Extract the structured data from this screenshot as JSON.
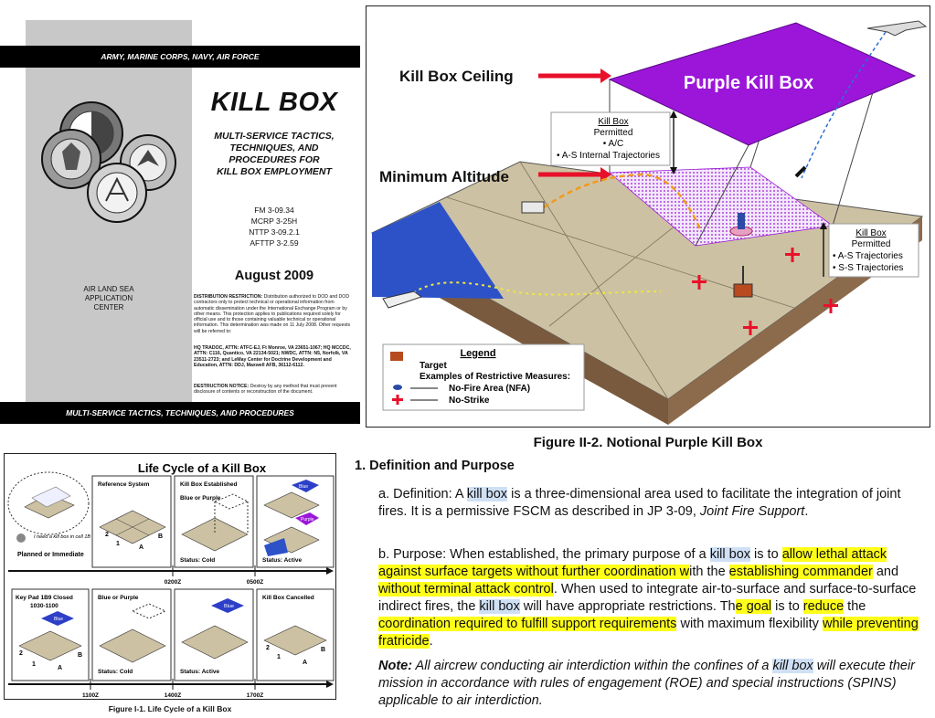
{
  "cover": {
    "top_bar": "ARMY, MARINE CORPS, NAVY, AIR FORCE",
    "title": "KILL BOX",
    "subtitle": [
      "MULTI-SERVICE TACTICS,",
      "TECHNIQUES, AND",
      "PROCEDURES FOR",
      "KILL BOX EMPLOYMENT"
    ],
    "numbers": [
      "FM 3-09.34",
      "MCRP 3-25H",
      "NTTP 3-09.2.1",
      "AFTTP 3-2.59"
    ],
    "date": "August 2009",
    "center": [
      "AIR LAND SEA",
      "APPLICATION",
      "CENTER"
    ],
    "distribution_label": "DISTRIBUTION RESTRICTION:",
    "distribution_text": "Distribution authorized to DOD and DOD contractors only to protect technical or operational information from automatic dissemination under the International Exchange Program or by other means. This protection applies to publications required solely for official use and to those containing valuable technical or operational information. This determination was made on 11 July 2008. Other requests will be referred to:",
    "addresses": "HQ TRADOC, ATTN: ATFC-EJ, Ft Monroe, VA 23651-1067; HQ MCCDC, ATTN: C116, Quantico, VA 22134-5021; NWDC, ATTN: N5, Norfolk, VA 23511-2723; and LeMay Center for Doctrine Development and Education, ATTN: DDJ, Maxwell AFB, 36112-6112.",
    "destruction_label": "DESTRUCTION NOTICE:",
    "destruction_text": "Destroy by any method that must prevent disclosure of contents or reconstruction of the document.",
    "bottom_bar": "MULTI-SERVICE TACTICS, TECHNIQUES, AND PROCEDURES"
  },
  "figure2": {
    "ceiling_label": "Kill Box Ceiling",
    "min_alt_label": "Minimum Altitude",
    "purple_label": "Purple Kill Box",
    "box1": {
      "title": "Kill Box",
      "l1": "Permitted",
      "l2": "• A/C",
      "l3": "• A-S Internal Trajectories"
    },
    "box2": {
      "title": "Kill Box",
      "l1": "Permitted",
      "l2": "• A-S Trajectories",
      "l3": "• S-S Trajectories"
    },
    "legend": {
      "title": "Legend",
      "target": "Target",
      "examples": "Examples of Restrictive Measures:",
      "nfa": "No-Fire Area (NFA)",
      "nostrike": "No-Strike"
    },
    "caption": "Figure II-2. Notional Purple Kill Box",
    "colors": {
      "purple": "#9b16d9",
      "red": "#e8102a",
      "water": "#2d52c8",
      "ground": "#cdc1a3",
      "side": "#8c6b4d"
    }
  },
  "lifecycle": {
    "title": "Life Cycle of a Kill Box",
    "panels": {
      "ref": "Reference System",
      "est": "Kill Box Established",
      "blue_or_purple": "Blue or Purple",
      "status_cold": "Status: Cold",
      "status_active": "Status: Active",
      "blue": "Blue",
      "purple": "Purple",
      "keypad": "Key Pad 1B9 Closed",
      "keypad_time": "1030-1100",
      "cancelled": "Kill Box Cancelled",
      "bubble": "I need a kill box in cell 1B from 0200-1700Z",
      "planned": "Planned or Immediate"
    },
    "grid": {
      "n1": "1",
      "n2": "2",
      "a": "A",
      "b": "B"
    },
    "times_top": [
      "0200Z",
      "0500Z"
    ],
    "times_bottom": [
      "1100Z",
      "1400Z",
      "1700Z"
    ],
    "caption": "Figure I-1. Life Cycle of a Kill Box"
  },
  "text": {
    "heading": "1.  Definition and Purpose",
    "a": {
      "p1": "a.  Definition:  A ",
      "kb": "kill box",
      "p2": " is a three-dimensional area used to facilitate the integration of joint fires.  It is a permissive FSCM as described in JP 3-09, ",
      "italic": "Joint Fire Support",
      "p3": "."
    },
    "b": {
      "s1": "b.  Purpose:  When established, the primary purpose of a ",
      "kb1": "kill box",
      "s2": " is to ",
      "h1": "allow lethal attack against surface targets without further coordination w",
      "s3": "ith the ",
      "h2": "establishing commander",
      "s4": " and ",
      "h3": "without terminal attack control",
      "s5": ".  When used to integrate air-to-surface and surface-to-surface indirect fires, the ",
      "kb2": "kill box",
      "s6": " will have appropriate restrictions.  Th",
      "h4": "e goal",
      "s7": " is to ",
      "h5": "reduce",
      "s8": " the ",
      "h6": "coordination required to fulfill support requirements",
      "s9": " with maximum flexibility ",
      "h7": "while preventing fratricide",
      "s10": "."
    },
    "note": {
      "label": "Note:",
      "n1": "  All aircrew conducting air interdiction within the confines of a ",
      "kb": "kill box",
      "n2": " will execute their mission in accordance with rules of engagement (ROE) and special instructions (SPINS) applicable to air interdiction."
    }
  }
}
